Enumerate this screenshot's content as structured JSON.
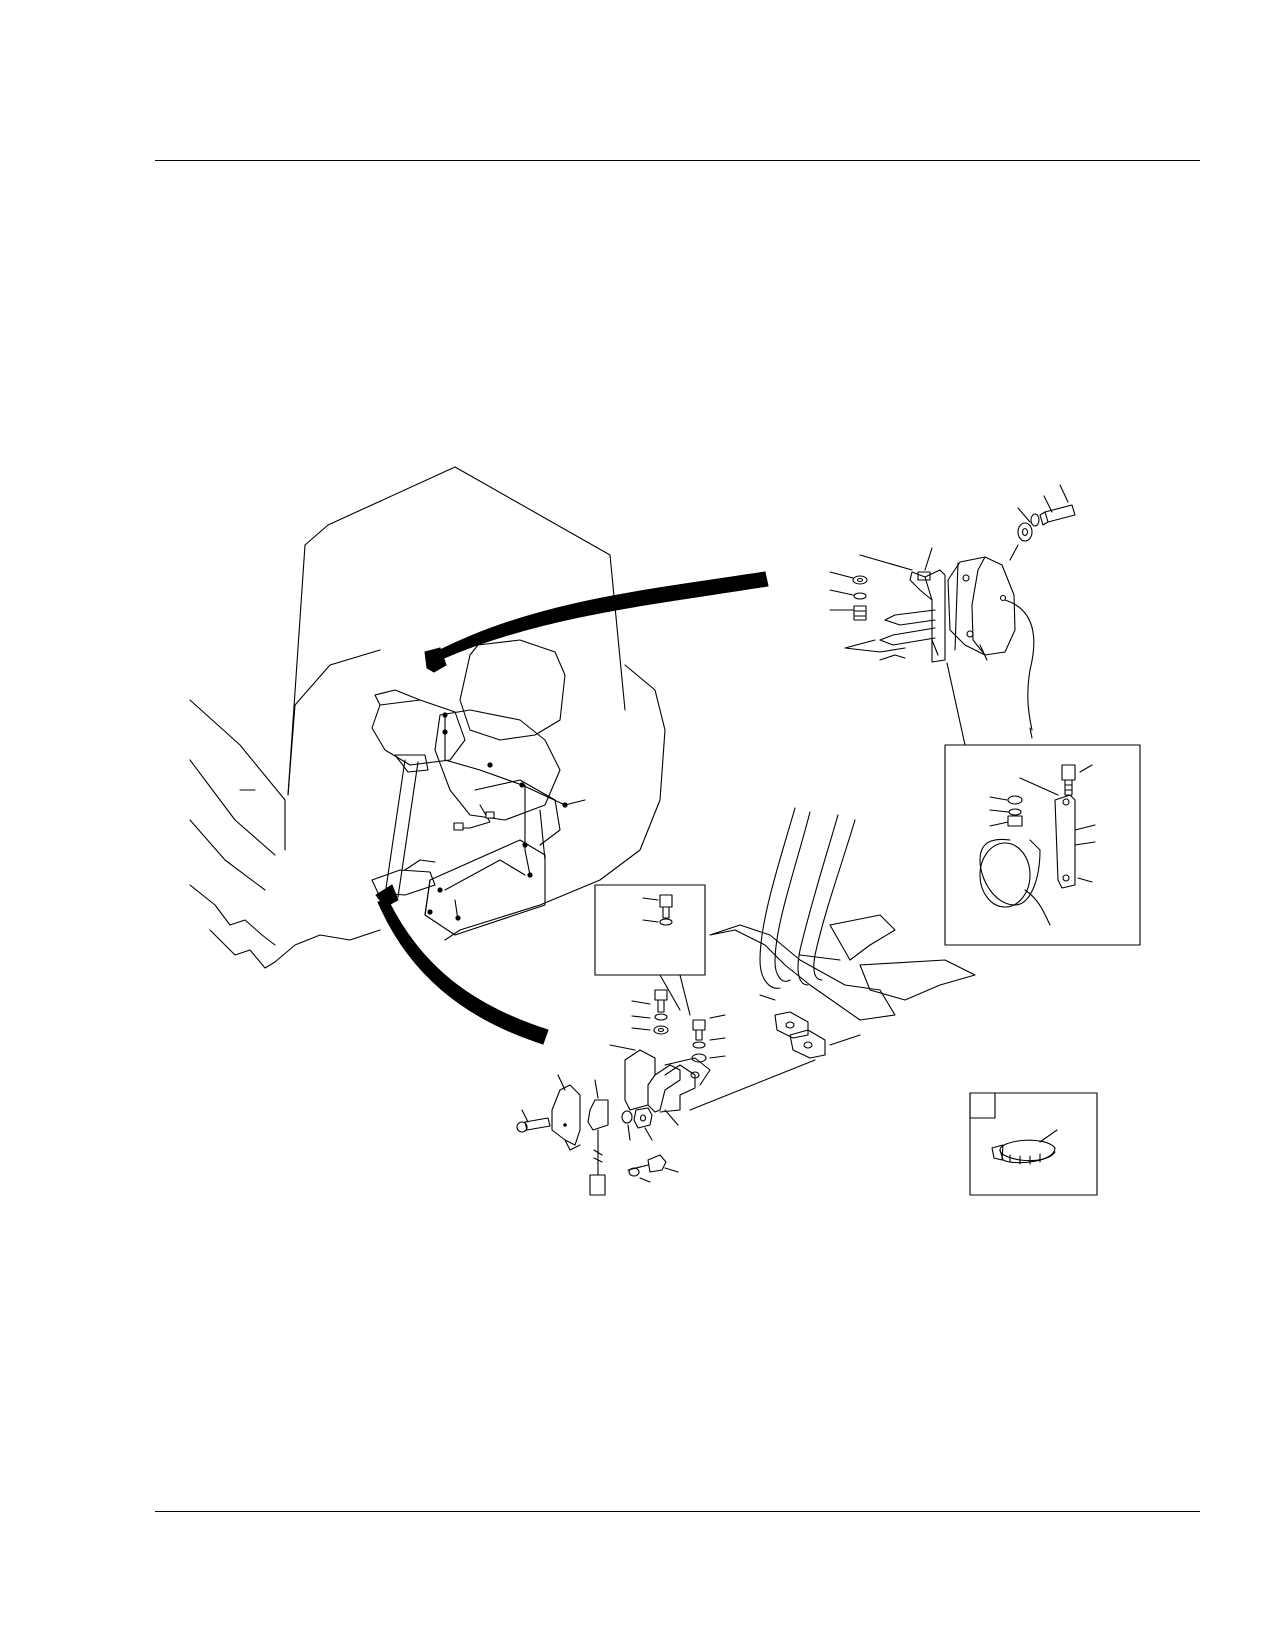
{
  "page": {
    "title": "",
    "figure_callouts": []
  },
  "diagram": {
    "description_visible_text": "",
    "detail_boxes": [
      {
        "name": "horn-bracket-detail"
      },
      {
        "name": "bolt-detail"
      },
      {
        "name": "hose-clamp-detail"
      }
    ]
  },
  "colors": {
    "ink": "#000000",
    "paper": "#ffffff"
  }
}
